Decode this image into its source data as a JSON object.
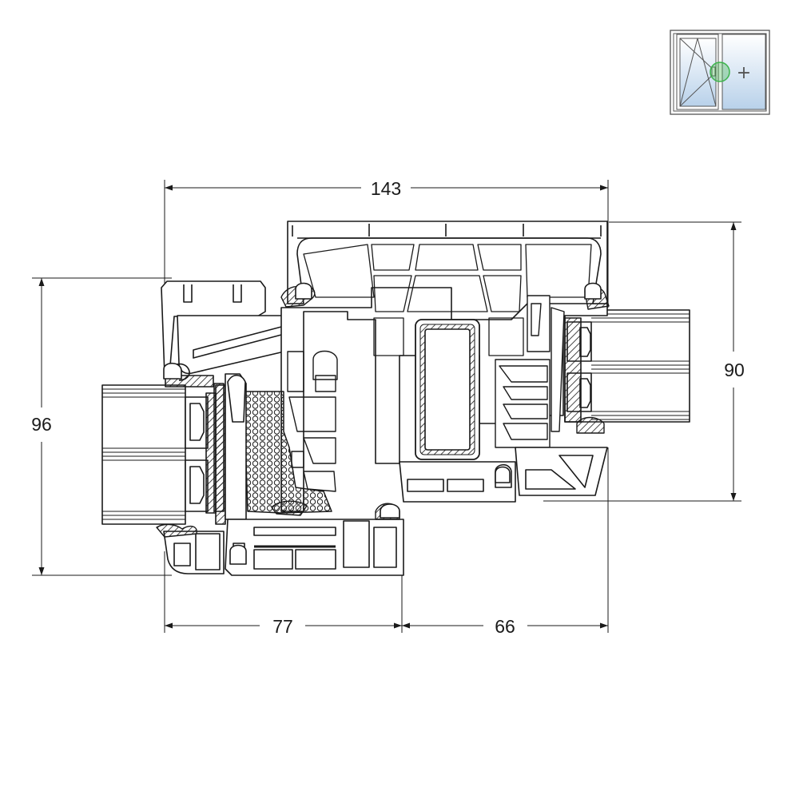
{
  "dimensions": {
    "total_width": "143",
    "left_width": "77",
    "right_width": "66",
    "left_height": "96",
    "right_height": "90"
  },
  "legend_icon": {
    "name": "window-sash-layout-icon",
    "plus_symbol": "+",
    "highlight_color": "#3cb44b",
    "glass_color": "#b8d1ea"
  },
  "colors": {
    "stroke": "#1a1a1a",
    "glass_gradient_top": "#ffffff",
    "glass_gradient_bottom": "#b8d1ea"
  }
}
